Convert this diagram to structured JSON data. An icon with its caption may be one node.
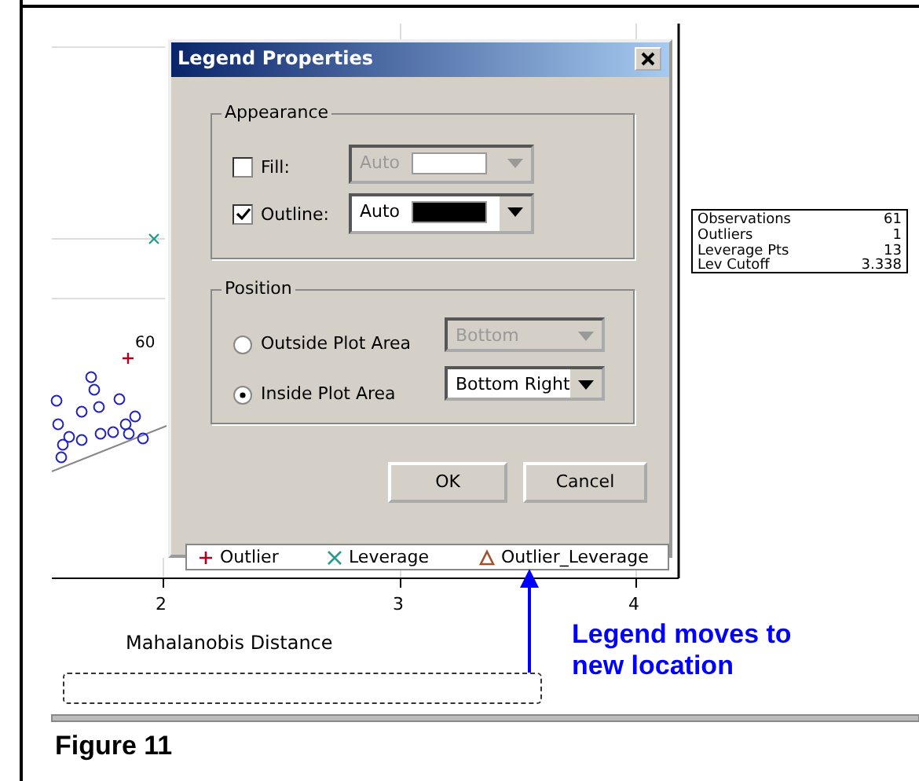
{
  "diagram": {
    "caption": "Figure 11",
    "nodes": [
      {
        "text": [
          "Legend Properties"
        ]
      },
      {
        "text": [
          "Appearance"
        ],
        "in": 0
      },
      {
        "text": [
          "Position"
        ],
        "in": 0
      },
      {
        "text": [
          "Outlier",
          "Leverage",
          "Outlier_Leverage"
        ]
      },
      {
        "text": [],
        "shape": "box"
      }
    ],
    "edges": [
      {
        "from": 4,
        "to": 3,
        "arrow": "to",
        "label": "Legend moves to new location",
        "color": "#0000ff"
      }
    ],
    "labels": [
      "Fill:",
      "Auto",
      "Outline:",
      "Auto",
      "Observations",
      "61",
      "Outliers",
      "1",
      "Leverage Pts",
      "13",
      "Lev Cutoff",
      "3.338",
      "60",
      "Outside Plot Area",
      "Bottom",
      "Inside Plot Area",
      "Bottom Right",
      "OK",
      "Cancel",
      "2",
      "3",
      "4",
      "Mahalanobis Distance"
    ]
  }
}
